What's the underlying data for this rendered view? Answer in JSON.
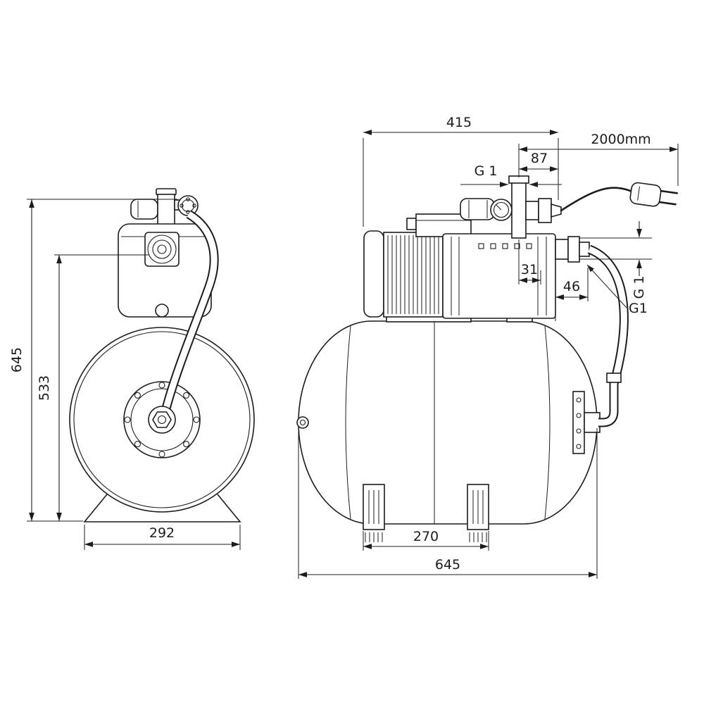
{
  "drawing_type": "technical dimensional drawing, pressure boosting pump with horizontal tank, two orthographic views",
  "colors": {
    "background": "#ffffff",
    "line": "#1c1c1c"
  },
  "front_view": {
    "dims": {
      "height_total": "645",
      "height_port": "533",
      "base_width": "292"
    }
  },
  "side_view": {
    "dims": {
      "pump_length": "415",
      "cable_length": "2000mm",
      "port_offset": "87",
      "thread_top": "G 1",
      "offset_31": "31",
      "offset_46": "46",
      "thread_side": "G 1",
      "thread_callout": "G1",
      "feet_spacing": "270",
      "tank_length": "645"
    }
  }
}
